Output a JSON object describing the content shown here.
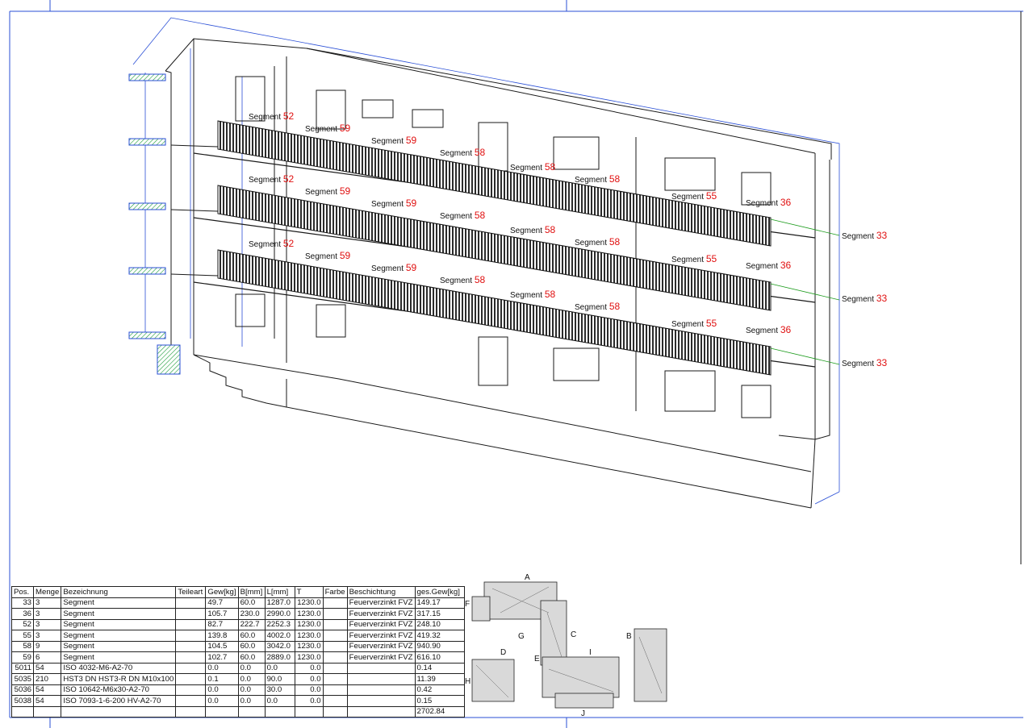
{
  "drawing": {
    "segment_word": "Segment",
    "segment_labels": [
      {
        "id": "52",
        "row": 1
      },
      {
        "id": "59",
        "row": 1
      },
      {
        "id": "59",
        "row": 1
      },
      {
        "id": "58",
        "row": 1
      },
      {
        "id": "58",
        "row": 1
      },
      {
        "id": "58",
        "row": 1
      },
      {
        "id": "55",
        "row": 1
      },
      {
        "id": "36",
        "row": 1
      },
      {
        "id": "33",
        "row": 1
      },
      {
        "id": "52",
        "row": 2
      },
      {
        "id": "59",
        "row": 2
      },
      {
        "id": "59",
        "row": 2
      },
      {
        "id": "58",
        "row": 2
      },
      {
        "id": "58",
        "row": 2
      },
      {
        "id": "58",
        "row": 2
      },
      {
        "id": "55",
        "row": 2
      },
      {
        "id": "36",
        "row": 2
      },
      {
        "id": "33",
        "row": 2
      },
      {
        "id": "52",
        "row": 3
      },
      {
        "id": "59",
        "row": 3
      },
      {
        "id": "59",
        "row": 3
      },
      {
        "id": "58",
        "row": 3
      },
      {
        "id": "58",
        "row": 3
      },
      {
        "id": "58",
        "row": 3
      },
      {
        "id": "55",
        "row": 3
      },
      {
        "id": "36",
        "row": 3
      },
      {
        "id": "33",
        "row": 3
      }
    ]
  },
  "bom": {
    "headers": {
      "pos": "Pos.",
      "menge": "Menge",
      "bezeichnung": "Bezeichnung",
      "teileart": "Teileart",
      "gew": "Gew[kg]",
      "b": "B[mm]",
      "l": "L[mm]",
      "t": "T",
      "farbe": "Farbe",
      "beschichtung": "Beschichtung",
      "ges_gew": "ges.Gew[kg]"
    },
    "rows": [
      {
        "pos": "33",
        "menge": "3",
        "bezeichnung": "Segment",
        "teileart": "",
        "gew": "49.7",
        "b": "60.0",
        "l": "1287.0",
        "t": "1230.0",
        "farbe": "",
        "beschichtung": "Feuerverzinkt FVZ",
        "ges_gew": "149.17"
      },
      {
        "pos": "36",
        "menge": "3",
        "bezeichnung": "Segment",
        "teileart": "",
        "gew": "105.7",
        "b": "230.0",
        "l": "2990.0",
        "t": "1230.0",
        "farbe": "",
        "beschichtung": "Feuerverzinkt FVZ",
        "ges_gew": "317.15"
      },
      {
        "pos": "52",
        "menge": "3",
        "bezeichnung": "Segment",
        "teileart": "",
        "gew": "82.7",
        "b": "222.7",
        "l": "2252.3",
        "t": "1230.0",
        "farbe": "",
        "beschichtung": "Feuerverzinkt FVZ",
        "ges_gew": "248.10"
      },
      {
        "pos": "55",
        "menge": "3",
        "bezeichnung": "Segment",
        "teileart": "",
        "gew": "139.8",
        "b": "60.0",
        "l": "4002.0",
        "t": "1230.0",
        "farbe": "",
        "beschichtung": "Feuerverzinkt FVZ",
        "ges_gew": "419.32"
      },
      {
        "pos": "58",
        "menge": "9",
        "bezeichnung": "Segment",
        "teileart": "",
        "gew": "104.5",
        "b": "60.0",
        "l": "3042.0",
        "t": "1230.0",
        "farbe": "",
        "beschichtung": "Feuerverzinkt FVZ",
        "ges_gew": "940.90"
      },
      {
        "pos": "59",
        "menge": "6",
        "bezeichnung": "Segment",
        "teileart": "",
        "gew": "102.7",
        "b": "60.0",
        "l": "2889.0",
        "t": "1230.0",
        "farbe": "",
        "beschichtung": "Feuerverzinkt FVZ",
        "ges_gew": "616.10"
      },
      {
        "pos": "5011",
        "menge": "54",
        "bezeichnung": "ISO 4032-M6-A2-70",
        "teileart": "",
        "gew": "0.0",
        "b": "0.0",
        "l": "0.0",
        "t": "0.0",
        "farbe": "",
        "beschichtung": "",
        "ges_gew": "0.14"
      },
      {
        "pos": "5035",
        "menge": "210",
        "bezeichnung": "HST3 DN HST3-R DN M10x100",
        "teileart": "",
        "gew": "0.1",
        "b": "0.0",
        "l": "90.0",
        "t": "0.0",
        "farbe": "",
        "beschichtung": "",
        "ges_gew": "11.39"
      },
      {
        "pos": "5036",
        "menge": "54",
        "bezeichnung": "ISO 10642-M6x30-A2-70",
        "teileart": "",
        "gew": "0.0",
        "b": "0.0",
        "l": "30.0",
        "t": "0.0",
        "farbe": "",
        "beschichtung": "",
        "ges_gew": "0.42"
      },
      {
        "pos": "5038",
        "menge": "54",
        "bezeichnung": "ISO 7093-1-6-200 HV-A2-70",
        "teileart": "",
        "gew": "0.0",
        "b": "0.0",
        "l": "0.0",
        "t": "0.0",
        "farbe": "",
        "beschichtung": "",
        "ges_gew": "0.15"
      }
    ],
    "total": "2702.84"
  },
  "keyplan": {
    "labels": [
      "A",
      "B",
      "C",
      "D",
      "E",
      "F",
      "G",
      "H",
      "I",
      "J"
    ]
  },
  "colors": {
    "segment_number": "#e01010",
    "frame_line": "#2a4fd6",
    "leader_line": "#1a9a1a"
  }
}
